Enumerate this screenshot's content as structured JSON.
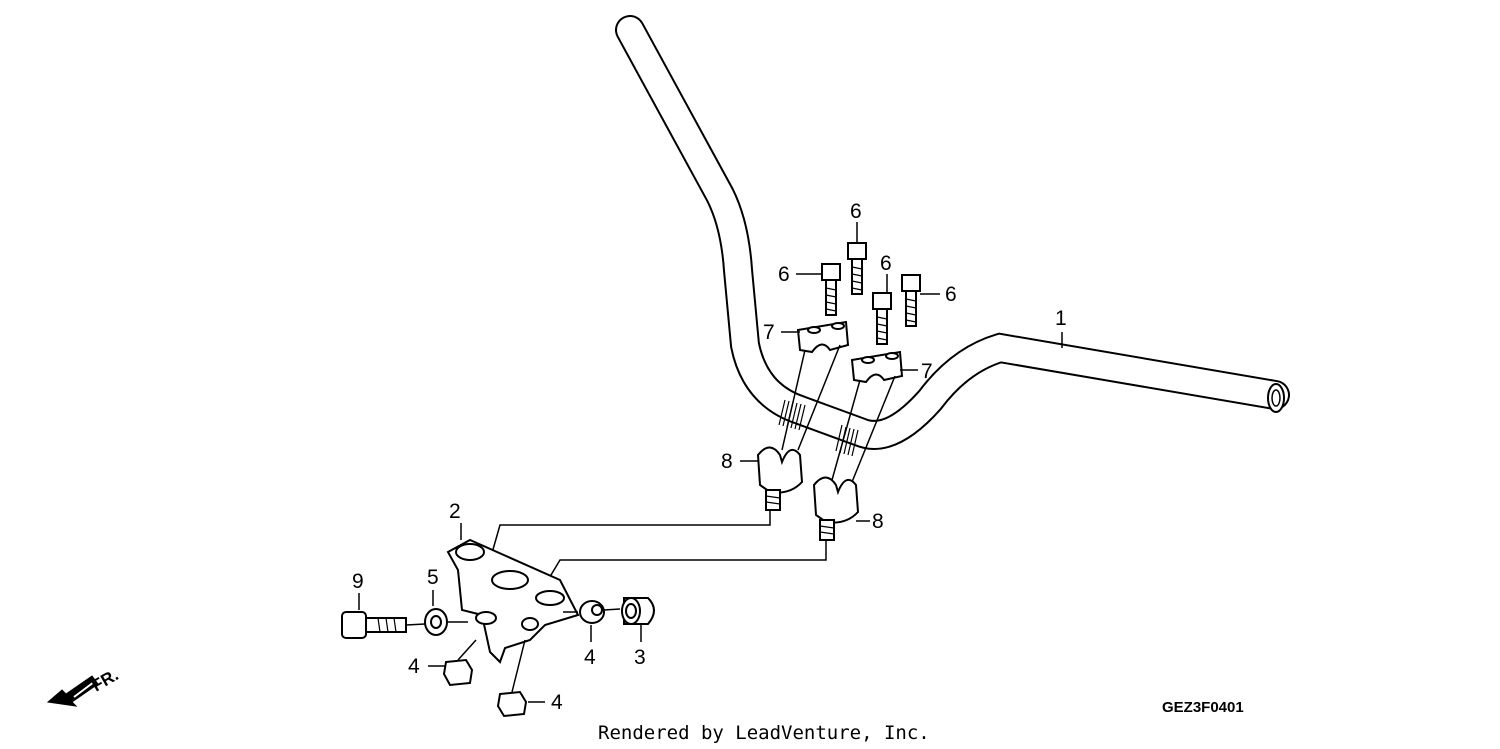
{
  "callouts": [
    {
      "key": "1",
      "label": "1"
    },
    {
      "key": "2",
      "label": "2"
    },
    {
      "key": "3",
      "label": "3"
    },
    {
      "key": "4a",
      "label": "4"
    },
    {
      "key": "4b",
      "label": "4"
    },
    {
      "key": "4c",
      "label": "4"
    },
    {
      "key": "5",
      "label": "5"
    },
    {
      "key": "6a",
      "label": "6"
    },
    {
      "key": "6b",
      "label": "6"
    },
    {
      "key": "6c",
      "label": "6"
    },
    {
      "key": "6d",
      "label": "6"
    },
    {
      "key": "7a",
      "label": "7"
    },
    {
      "key": "7b",
      "label": "7"
    },
    {
      "key": "8a",
      "label": "8"
    },
    {
      "key": "8b",
      "label": "8"
    },
    {
      "key": "9",
      "label": "9"
    }
  ],
  "diagram_code": "GEZ3F0401",
  "credit": "Rendered by LeadVenture, Inc.",
  "front_indicator": "FR."
}
